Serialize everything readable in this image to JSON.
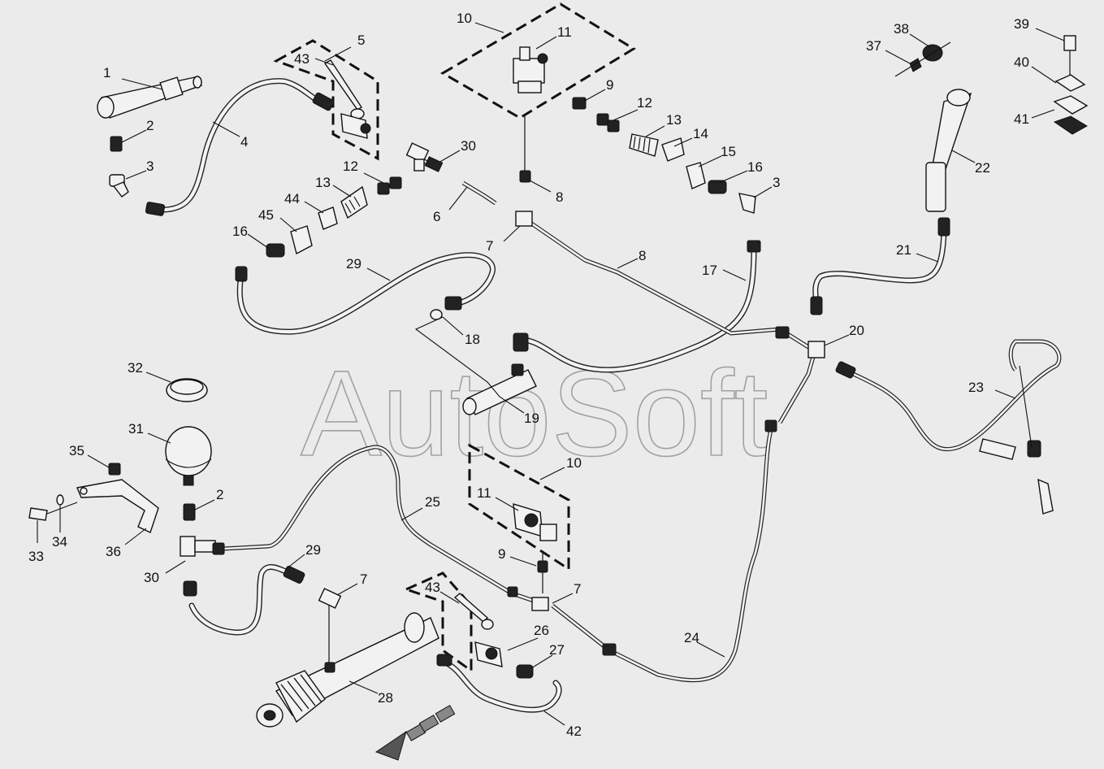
{
  "watermark": "AutoSoft",
  "labels": [
    {
      "id": "1",
      "text": "1"
    },
    {
      "id": "2a",
      "text": "2"
    },
    {
      "id": "3a",
      "text": "3"
    },
    {
      "id": "4",
      "text": "4"
    },
    {
      "id": "5",
      "text": "5"
    },
    {
      "id": "43a",
      "text": "43"
    },
    {
      "id": "10a",
      "text": "10"
    },
    {
      "id": "11a",
      "text": "11"
    },
    {
      "id": "9a",
      "text": "9"
    },
    {
      "id": "12a",
      "text": "12"
    },
    {
      "id": "13a",
      "text": "13"
    },
    {
      "id": "14",
      "text": "14"
    },
    {
      "id": "15",
      "text": "15"
    },
    {
      "id": "16a",
      "text": "16"
    },
    {
      "id": "3b",
      "text": "3"
    },
    {
      "id": "30a",
      "text": "30"
    },
    {
      "id": "12b",
      "text": "12"
    },
    {
      "id": "13b",
      "text": "13"
    },
    {
      "id": "44",
      "text": "44"
    },
    {
      "id": "45",
      "text": "45"
    },
    {
      "id": "16b",
      "text": "16"
    },
    {
      "id": "6",
      "text": "6"
    },
    {
      "id": "8a",
      "text": "8"
    },
    {
      "id": "7a",
      "text": "7"
    },
    {
      "id": "8b",
      "text": "8"
    },
    {
      "id": "17",
      "text": "17"
    },
    {
      "id": "29a",
      "text": "29"
    },
    {
      "id": "18",
      "text": "18"
    },
    {
      "id": "19",
      "text": "19"
    },
    {
      "id": "20",
      "text": "20"
    },
    {
      "id": "21",
      "text": "21"
    },
    {
      "id": "22",
      "text": "22"
    },
    {
      "id": "37",
      "text": "37"
    },
    {
      "id": "38",
      "text": "38"
    },
    {
      "id": "39",
      "text": "39"
    },
    {
      "id": "40",
      "text": "40"
    },
    {
      "id": "41",
      "text": "41"
    },
    {
      "id": "23",
      "text": "23"
    },
    {
      "id": "32",
      "text": "32"
    },
    {
      "id": "31",
      "text": "31"
    },
    {
      "id": "35",
      "text": "35"
    },
    {
      "id": "2b",
      "text": "2"
    },
    {
      "id": "33",
      "text": "33"
    },
    {
      "id": "34",
      "text": "34"
    },
    {
      "id": "36",
      "text": "36"
    },
    {
      "id": "30b",
      "text": "30"
    },
    {
      "id": "29b",
      "text": "29"
    },
    {
      "id": "7b",
      "text": "7"
    },
    {
      "id": "25",
      "text": "25"
    },
    {
      "id": "10b",
      "text": "10"
    },
    {
      "id": "11b",
      "text": "11"
    },
    {
      "id": "9b",
      "text": "9"
    },
    {
      "id": "7c",
      "text": "7"
    },
    {
      "id": "43b",
      "text": "43"
    },
    {
      "id": "26",
      "text": "26"
    },
    {
      "id": "27",
      "text": "27"
    },
    {
      "id": "28",
      "text": "28"
    },
    {
      "id": "42",
      "text": "42"
    },
    {
      "id": "24",
      "text": "24"
    }
  ]
}
